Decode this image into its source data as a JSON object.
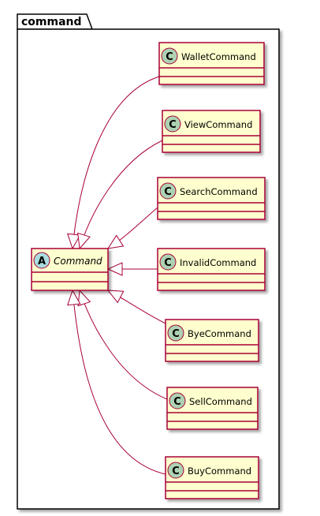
{
  "package": {
    "name": "command"
  },
  "abstract_class": {
    "name": "Command",
    "stereotype_letter": "A"
  },
  "classes": [
    {
      "name": "WalletCommand",
      "stereotype_letter": "C"
    },
    {
      "name": "ViewCommand",
      "stereotype_letter": "C"
    },
    {
      "name": "SearchCommand",
      "stereotype_letter": "C"
    },
    {
      "name": "InvalidCommand",
      "stereotype_letter": "C"
    },
    {
      "name": "ByeCommand",
      "stereotype_letter": "C"
    },
    {
      "name": "SellCommand",
      "stereotype_letter": "C"
    },
    {
      "name": "BuyCommand",
      "stereotype_letter": "C"
    }
  ],
  "colors": {
    "class_fill": "#FEFECE",
    "class_border": "#A80036",
    "class_badge": "#ADD1B2",
    "abstract_badge": "#A9DCDF",
    "arrow": "#A80036",
    "package_border": "#000000",
    "text": "#000000"
  }
}
